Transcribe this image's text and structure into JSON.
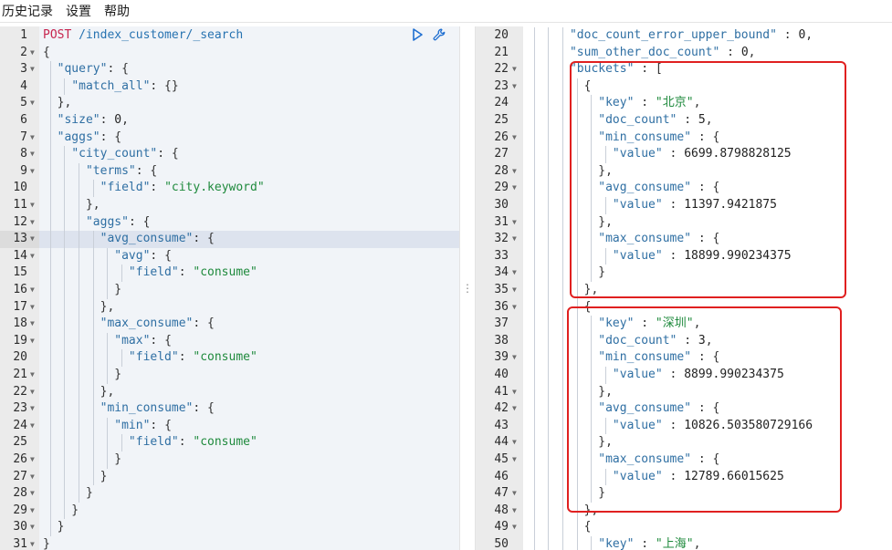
{
  "menu": {
    "items": [
      "历史记录",
      "设置",
      "帮助"
    ]
  },
  "request": {
    "method": "POST",
    "path": " /index_customer/_search",
    "lines": [
      {
        "n": "1",
        "text": ""
      },
      {
        "n": "2",
        "text": "{"
      },
      {
        "n": "3",
        "text": "  \"query\": {"
      },
      {
        "n": "4",
        "text": "    \"match_all\": {}"
      },
      {
        "n": "5",
        "text": "  },"
      },
      {
        "n": "6",
        "text": "  \"size\": 0,"
      },
      {
        "n": "7",
        "text": "  \"aggs\": {"
      },
      {
        "n": "8",
        "text": "    \"city_count\": {"
      },
      {
        "n": "9",
        "text": "      \"terms\": {"
      },
      {
        "n": "10",
        "text": "        \"field\": \"city.keyword\""
      },
      {
        "n": "11",
        "text": "      },"
      },
      {
        "n": "12",
        "text": "      \"aggs\": {"
      },
      {
        "n": "13",
        "text": "        \"avg_consume\": {"
      },
      {
        "n": "14",
        "text": "          \"avg\": {"
      },
      {
        "n": "15",
        "text": "            \"field\": \"consume\""
      },
      {
        "n": "16",
        "text": "          }"
      },
      {
        "n": "17",
        "text": "        },"
      },
      {
        "n": "18",
        "text": "        \"max_consume\": {"
      },
      {
        "n": "19",
        "text": "          \"max\": {"
      },
      {
        "n": "20",
        "text": "            \"field\": \"consume\""
      },
      {
        "n": "21",
        "text": "          }"
      },
      {
        "n": "22",
        "text": "        },"
      },
      {
        "n": "23",
        "text": "        \"min_consume\": {"
      },
      {
        "n": "24",
        "text": "          \"min\": {"
      },
      {
        "n": "25",
        "text": "            \"field\": \"consume\""
      },
      {
        "n": "26",
        "text": "          }"
      },
      {
        "n": "27",
        "text": "        }"
      },
      {
        "n": "28",
        "text": "      }"
      },
      {
        "n": "29",
        "text": "    }"
      },
      {
        "n": "30",
        "text": "  }"
      },
      {
        "n": "31",
        "text": "}"
      }
    ],
    "fold_lines": [
      "2",
      "3",
      "5",
      "7",
      "8",
      "9",
      "11",
      "12",
      "13",
      "14",
      "16",
      "17",
      "18",
      "19",
      "21",
      "22",
      "23",
      "24",
      "26",
      "27",
      "28",
      "29",
      "30",
      "31"
    ],
    "active_line": "13"
  },
  "response": {
    "lines": [
      {
        "n": "20",
        "text": "      \"doc_count_error_upper_bound\" : 0,"
      },
      {
        "n": "21",
        "text": "      \"sum_other_doc_count\" : 0,"
      },
      {
        "n": "22",
        "text": "      \"buckets\" : ["
      },
      {
        "n": "23",
        "text": "        {"
      },
      {
        "n": "24",
        "text": "          \"key\" : \"北京\","
      },
      {
        "n": "25",
        "text": "          \"doc_count\" : 5,"
      },
      {
        "n": "26",
        "text": "          \"min_consume\" : {"
      },
      {
        "n": "27",
        "text": "            \"value\" : 6699.8798828125"
      },
      {
        "n": "28",
        "text": "          },"
      },
      {
        "n": "29",
        "text": "          \"avg_consume\" : {"
      },
      {
        "n": "30",
        "text": "            \"value\" : 11397.9421875"
      },
      {
        "n": "31",
        "text": "          },"
      },
      {
        "n": "32",
        "text": "          \"max_consume\" : {"
      },
      {
        "n": "33",
        "text": "            \"value\" : 18899.990234375"
      },
      {
        "n": "34",
        "text": "          }"
      },
      {
        "n": "35",
        "text": "        },"
      },
      {
        "n": "36",
        "text": "        {"
      },
      {
        "n": "37",
        "text": "          \"key\" : \"深圳\","
      },
      {
        "n": "38",
        "text": "          \"doc_count\" : 3,"
      },
      {
        "n": "39",
        "text": "          \"min_consume\" : {"
      },
      {
        "n": "40",
        "text": "            \"value\" : 8899.990234375"
      },
      {
        "n": "41",
        "text": "          },"
      },
      {
        "n": "42",
        "text": "          \"avg_consume\" : {"
      },
      {
        "n": "43",
        "text": "            \"value\" : 10826.503580729166"
      },
      {
        "n": "44",
        "text": "          },"
      },
      {
        "n": "45",
        "text": "          \"max_consume\" : {"
      },
      {
        "n": "46",
        "text": "            \"value\" : 12789.66015625"
      },
      {
        "n": "47",
        "text": "          }"
      },
      {
        "n": "48",
        "text": "        },"
      },
      {
        "n": "49",
        "text": "        {"
      },
      {
        "n": "50",
        "text": "          \"key\" : \"上海\","
      }
    ],
    "fold_lines": [
      "22",
      "23",
      "26",
      "28",
      "29",
      "31",
      "32",
      "34",
      "35",
      "36",
      "39",
      "41",
      "42",
      "44",
      "45",
      "47",
      "48",
      "49"
    ]
  },
  "icons": {
    "run": "play-icon",
    "settings": "wrench-icon",
    "divider": "drag-handle-icon"
  },
  "colors": {
    "highlight": "#e02020",
    "active_line": "#dde3ee",
    "method": "#c7254e",
    "key": "#2f6fa3",
    "string": "#1f8a3d"
  }
}
